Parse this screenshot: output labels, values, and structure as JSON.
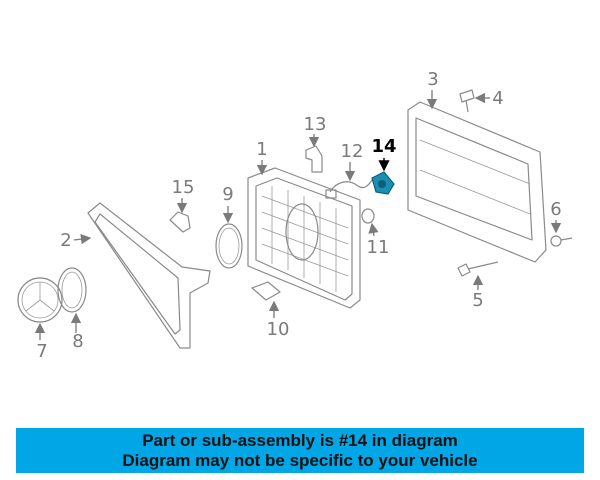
{
  "callouts": {
    "c1": "1",
    "c2": "2",
    "c3": "3",
    "c4": "4",
    "c5": "5",
    "c6": "6",
    "c7": "7",
    "c8": "8",
    "c9": "9",
    "c10": "10",
    "c11": "11",
    "c12": "12",
    "c13": "13",
    "c14": "14",
    "c15": "15"
  },
  "highlight": {
    "part": "14",
    "color": "#1a8fb3"
  },
  "banner": {
    "line1": "Part or sub-assembly is #14 in diagram",
    "line2": "Diagram may not be specific to your vehicle",
    "background": "#00a6e6"
  }
}
